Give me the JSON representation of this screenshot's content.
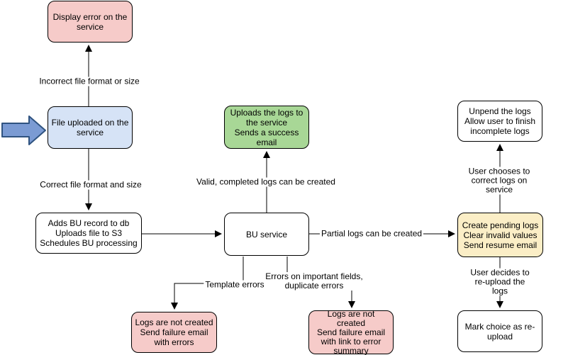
{
  "diagram_type": "flowchart",
  "nodes": {
    "display_error": {
      "label": "Display error on the\nservice",
      "fill": "#F6CBC9"
    },
    "file_uploaded": {
      "label": "File uploaded on the\nservice",
      "fill": "#D6E3F6"
    },
    "adds_bu_record": {
      "label": "Adds BU record to db\nUploads file to S3\nSchedules BU processing",
      "fill": "#FFFFFF"
    },
    "bu_service": {
      "label": "BU service",
      "fill": "#FFFFFF"
    },
    "uploads_logs": {
      "label": "Uploads the logs to\nthe service\nSends a success\nemail",
      "fill": "#A8D796"
    },
    "unpend_logs": {
      "label": "Unpend the logs\nAllow user to finish\nincomplete logs",
      "fill": "#FFFFFF"
    },
    "create_pending_logs": {
      "label": "Create pending logs\nClear invalid values\nSend resume email",
      "fill": "#FBEEC6"
    },
    "mark_choice": {
      "label": "Mark choice as re-\nupload",
      "fill": "#FFFFFF"
    },
    "logs_not_created_errors": {
      "label": "Logs are not created\nSend failure email\nwith errors",
      "fill": "#F6CBC9"
    },
    "logs_not_created_summary": {
      "label": "Logs are not created\nSend failure email\nwith link to error\nsummary",
      "fill": "#F6CBC9"
    }
  },
  "edge_labels": {
    "incorrect_format": "Incorrect file format or size",
    "correct_format": "Correct file format and size",
    "valid_logs": "Valid, completed logs can be created",
    "partial_logs": "Partial logs can be created",
    "template_errors": "Template errors",
    "important_errors": "Errors on important fields,\nduplicate errors",
    "user_corrects": "User chooses to correct logs on service",
    "user_reuploads": "User decides to re-upload the logs"
  },
  "colors": {
    "node_border": "#000000",
    "pink_fill": "#F6CBC9",
    "blue_fill": "#D6E3F6",
    "green_fill": "#A8D796",
    "yellow_fill": "#FBEEC6",
    "edge_stroke": "#000000",
    "entry_arrow_fill": "#7B9BD3",
    "entry_arrow_stroke": "#2F5380"
  }
}
